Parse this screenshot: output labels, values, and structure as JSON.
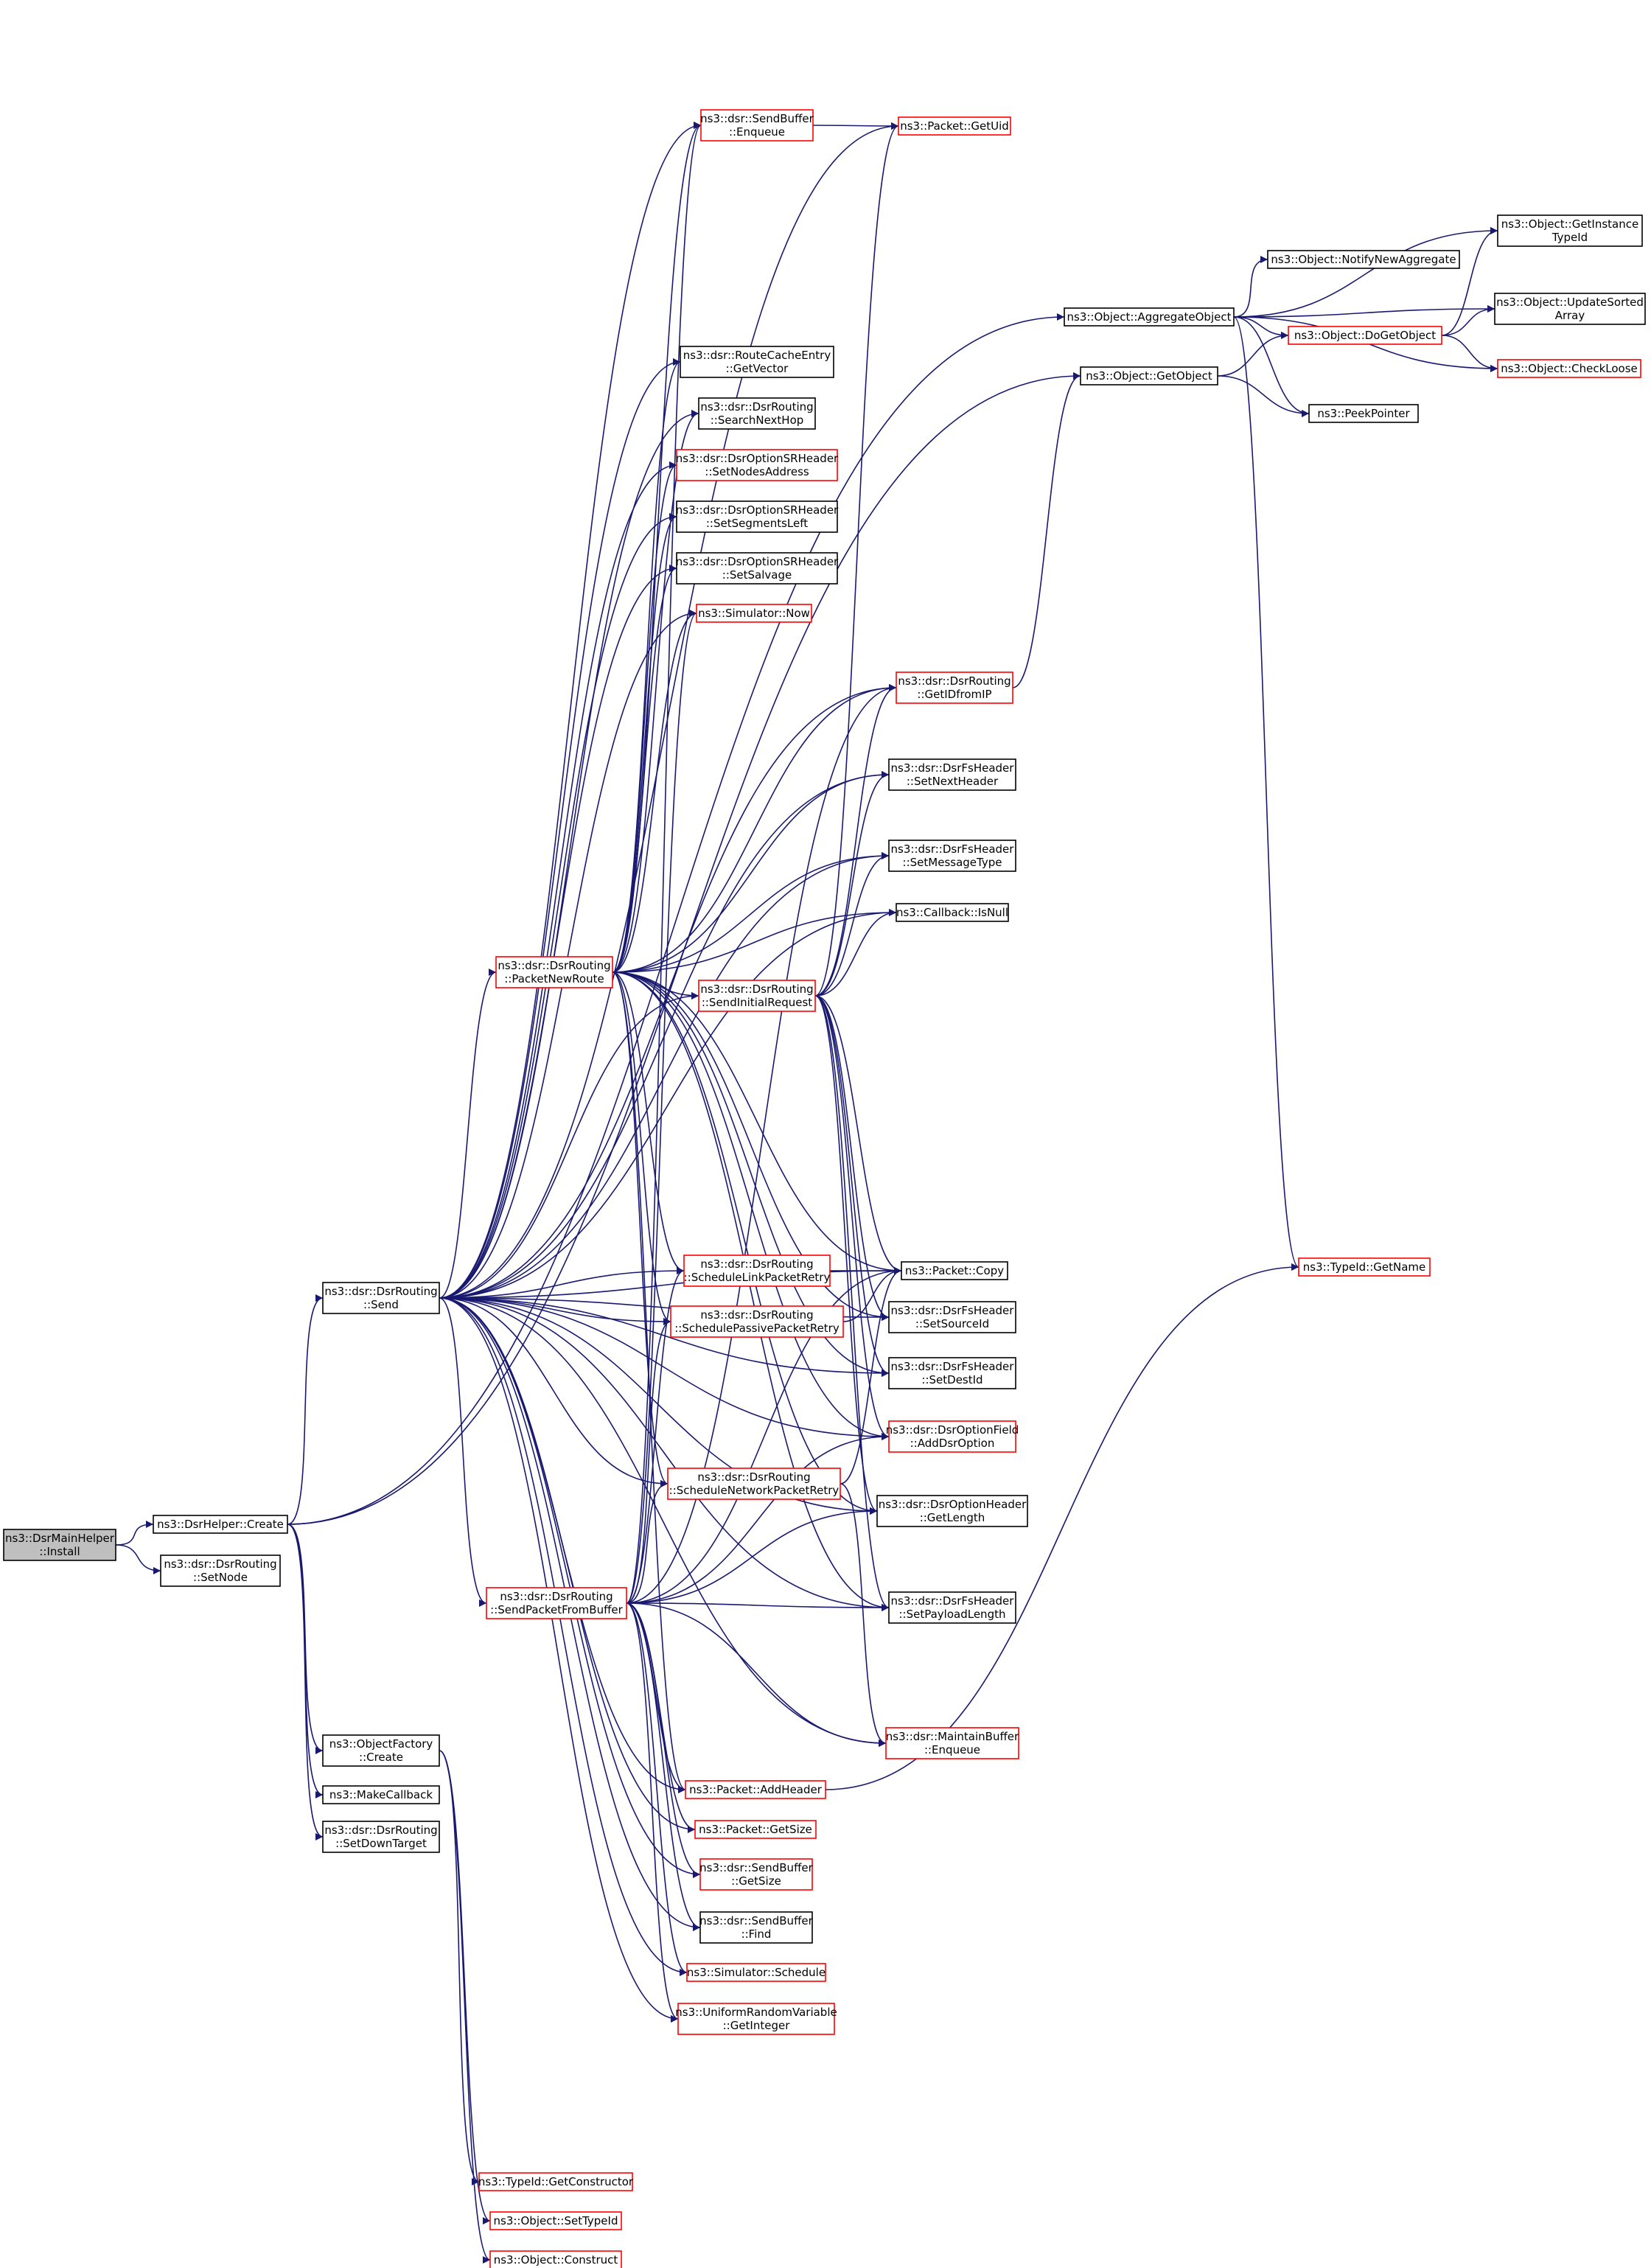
{
  "diagram": {
    "type": "doxygen-call-graph",
    "colors": {
      "edge": "#191970",
      "node_border": "#000000",
      "truncated_border": "#ff0000",
      "root_fill": "#bfbfbf",
      "background": "#ffffff"
    },
    "nodes": [
      {
        "id": "install",
        "lines": [
          "ns3::DsrMainHelper",
          "::Install"
        ],
        "style": "root"
      },
      {
        "id": "dsrhelper_create",
        "lines": [
          "ns3::DsrHelper::Create"
        ],
        "style": "normal"
      },
      {
        "id": "setnode",
        "lines": [
          "ns3::dsr::DsrRouting",
          "::SetNode"
        ],
        "style": "normal"
      },
      {
        "id": "send",
        "lines": [
          "ns3::dsr::DsrRouting",
          "::Send"
        ],
        "style": "normal"
      },
      {
        "id": "objfactory_create",
        "lines": [
          "ns3::ObjectFactory",
          "::Create"
        ],
        "style": "normal"
      },
      {
        "id": "makecallback",
        "lines": [
          "ns3::MakeCallback"
        ],
        "style": "normal"
      },
      {
        "id": "setdowntarget",
        "lines": [
          "ns3::dsr::DsrRouting",
          "::SetDownTarget"
        ],
        "style": "normal"
      },
      {
        "id": "aggregate",
        "lines": [
          "ns3::Object::AggregateObject"
        ],
        "style": "normal"
      },
      {
        "id": "getobject",
        "lines": [
          "ns3::Object::GetObject"
        ],
        "style": "normal"
      },
      {
        "id": "getinstancetypeid",
        "lines": [
          "ns3::Object::GetInstance",
          "TypeId"
        ],
        "style": "normal"
      },
      {
        "id": "notifynewagg",
        "lines": [
          "ns3::Object::NotifyNewAggregate"
        ],
        "style": "normal"
      },
      {
        "id": "updatesorted",
        "lines": [
          "ns3::Object::UpdateSorted",
          "Array"
        ],
        "style": "normal"
      },
      {
        "id": "dogetobject",
        "lines": [
          "ns3::Object::DoGetObject"
        ],
        "style": "warn"
      },
      {
        "id": "checkloose",
        "lines": [
          "ns3::Object::CheckLoose"
        ],
        "style": "warn"
      },
      {
        "id": "peekpointer",
        "lines": [
          "ns3::PeekPointer"
        ],
        "style": "normal"
      },
      {
        "id": "typeid_getname",
        "lines": [
          "ns3::TypeId::GetName"
        ],
        "style": "warn"
      },
      {
        "id": "sendbuffer_enqueue",
        "lines": [
          "ns3::dsr::SendBuffer",
          "::Enqueue"
        ],
        "style": "warn"
      },
      {
        "id": "packet_getuid",
        "lines": [
          "ns3::Packet::GetUid"
        ],
        "style": "warn"
      },
      {
        "id": "rce_getvector",
        "lines": [
          "ns3::dsr::RouteCacheEntry",
          "::GetVector"
        ],
        "style": "normal"
      },
      {
        "id": "searchnexthop",
        "lines": [
          "ns3::dsr::DsrRouting",
          "::SearchNextHop"
        ],
        "style": "normal"
      },
      {
        "id": "setnodesaddress",
        "lines": [
          "ns3::dsr::DsrOptionSRHeader",
          "::SetNodesAddress"
        ],
        "style": "warn"
      },
      {
        "id": "setsegmentsleft",
        "lines": [
          "ns3::dsr::DsrOptionSRHeader",
          "::SetSegmentsLeft"
        ],
        "style": "normal"
      },
      {
        "id": "setsalvage",
        "lines": [
          "ns3::dsr::DsrOptionSRHeader",
          "::SetSalvage"
        ],
        "style": "normal"
      },
      {
        "id": "simulator_now",
        "lines": [
          "ns3::Simulator::Now"
        ],
        "style": "warn"
      },
      {
        "id": "getidfromip",
        "lines": [
          "ns3::dsr::DsrRouting",
          "::GetIDfromIP"
        ],
        "style": "warn"
      },
      {
        "id": "setnextheader",
        "lines": [
          "ns3::dsr::DsrFsHeader",
          "::SetNextHeader"
        ],
        "style": "normal"
      },
      {
        "id": "setmessagetype",
        "lines": [
          "ns3::dsr::DsrFsHeader",
          "::SetMessageType"
        ],
        "style": "normal"
      },
      {
        "id": "callback_isnull",
        "lines": [
          "ns3::Callback::IsNull"
        ],
        "style": "normal"
      },
      {
        "id": "packetnewroute",
        "lines": [
          "ns3::dsr::DsrRouting",
          "::PacketNewRoute"
        ],
        "style": "warn"
      },
      {
        "id": "sendinitialrequest",
        "lines": [
          "ns3::dsr::DsrRouting",
          "::SendInitialRequest"
        ],
        "style": "warn"
      },
      {
        "id": "schedulelinkpacketretry",
        "lines": [
          "ns3::dsr::DsrRouting",
          "::ScheduleLinkPacketRetry"
        ],
        "style": "warn"
      },
      {
        "id": "packet_copy",
        "lines": [
          "ns3::Packet::Copy"
        ],
        "style": "normal"
      },
      {
        "id": "schedulepassivepacketretry",
        "lines": [
          "ns3::dsr::DsrRouting",
          "::SchedulePassivePacketRetry"
        ],
        "style": "warn"
      },
      {
        "id": "setsourceid",
        "lines": [
          "ns3::dsr::DsrFsHeader",
          "::SetSourceId"
        ],
        "style": "normal"
      },
      {
        "id": "setdestid",
        "lines": [
          "ns3::dsr::DsrFsHeader",
          "::SetDestId"
        ],
        "style": "normal"
      },
      {
        "id": "adddsroption",
        "lines": [
          "ns3::dsr::DsrOptionField",
          "::AddDsrOption"
        ],
        "style": "warn"
      },
      {
        "id": "schedulenetworkpacketretry",
        "lines": [
          "ns3::dsr::DsrRouting",
          "::ScheduleNetworkPacketRetry"
        ],
        "style": "warn"
      },
      {
        "id": "optionheader_getlength",
        "lines": [
          "ns3::dsr::DsrOptionHeader",
          "::GetLength"
        ],
        "style": "normal"
      },
      {
        "id": "sendpacketfrombuffer",
        "lines": [
          "ns3::dsr::DsrRouting",
          "::SendPacketFromBuffer"
        ],
        "style": "warn"
      },
      {
        "id": "setpayloadlength",
        "lines": [
          "ns3::dsr::DsrFsHeader",
          "::SetPayloadLength"
        ],
        "style": "normal"
      },
      {
        "id": "maintainbuffer_enqueue",
        "lines": [
          "ns3::dsr::MaintainBuffer",
          "::Enqueue"
        ],
        "style": "warn"
      },
      {
        "id": "packet_addheader",
        "lines": [
          "ns3::Packet::AddHeader"
        ],
        "style": "warn"
      },
      {
        "id": "packet_getsize",
        "lines": [
          "ns3::Packet::GetSize"
        ],
        "style": "warn"
      },
      {
        "id": "sendbuffer_getsize",
        "lines": [
          "ns3::dsr::SendBuffer",
          "::GetSize"
        ],
        "style": "warn"
      },
      {
        "id": "sendbuffer_find",
        "lines": [
          "ns3::dsr::SendBuffer",
          "::Find"
        ],
        "style": "normal"
      },
      {
        "id": "simulator_schedule",
        "lines": [
          "ns3::Simulator::Schedule"
        ],
        "style": "warn"
      },
      {
        "id": "uniform_getinteger",
        "lines": [
          "ns3::UniformRandomVariable",
          "::GetInteger"
        ],
        "style": "warn"
      },
      {
        "id": "typeid_getconstructor",
        "lines": [
          "ns3::TypeId::GetConstructor"
        ],
        "style": "warn"
      },
      {
        "id": "object_settypeid",
        "lines": [
          "ns3::Object::SetTypeId"
        ],
        "style": "warn"
      },
      {
        "id": "object_construct",
        "lines": [
          "ns3::Object::Construct"
        ],
        "style": "warn"
      }
    ],
    "edges": [
      [
        "install",
        "dsrhelper_create"
      ],
      [
        "install",
        "setnode"
      ],
      [
        "dsrhelper_create",
        "send"
      ],
      [
        "dsrhelper_create",
        "objfactory_create"
      ],
      [
        "dsrhelper_create",
        "makecallback"
      ],
      [
        "dsrhelper_create",
        "setdowntarget"
      ],
      [
        "dsrhelper_create",
        "aggregate"
      ],
      [
        "dsrhelper_create",
        "getobject"
      ],
      [
        "aggregate",
        "getinstancetypeid"
      ],
      [
        "aggregate",
        "notifynewagg"
      ],
      [
        "aggregate",
        "updatesorted"
      ],
      [
        "aggregate",
        "dogetobject"
      ],
      [
        "aggregate",
        "checkloose"
      ],
      [
        "aggregate",
        "peekpointer"
      ],
      [
        "aggregate",
        "typeid_getname"
      ],
      [
        "dogetobject",
        "getinstancetypeid"
      ],
      [
        "dogetobject",
        "updatesorted"
      ],
      [
        "dogetobject",
        "checkloose"
      ],
      [
        "getobject",
        "dogetobject"
      ],
      [
        "getobject",
        "peekpointer"
      ],
      [
        "sendbuffer_enqueue",
        "packet_getuid"
      ],
      [
        "getidfromip",
        "getobject"
      ],
      [
        "send",
        "sendbuffer_enqueue"
      ],
      [
        "send",
        "packet_getuid"
      ],
      [
        "send",
        "rce_getvector"
      ],
      [
        "send",
        "searchnexthop"
      ],
      [
        "send",
        "setnodesaddress"
      ],
      [
        "send",
        "setsegmentsleft"
      ],
      [
        "send",
        "setsalvage"
      ],
      [
        "send",
        "simulator_now"
      ],
      [
        "send",
        "getidfromip"
      ],
      [
        "send",
        "setnextheader"
      ],
      [
        "send",
        "setmessagetype"
      ],
      [
        "send",
        "callback_isnull"
      ],
      [
        "send",
        "packetnewroute"
      ],
      [
        "send",
        "sendinitialrequest"
      ],
      [
        "send",
        "schedulelinkpacketretry"
      ],
      [
        "send",
        "packet_copy"
      ],
      [
        "send",
        "schedulepassivepacketretry"
      ],
      [
        "send",
        "setsourceid"
      ],
      [
        "send",
        "setdestid"
      ],
      [
        "send",
        "adddsroption"
      ],
      [
        "send",
        "schedulenetworkpacketretry"
      ],
      [
        "send",
        "optionheader_getlength"
      ],
      [
        "send",
        "sendpacketfrombuffer"
      ],
      [
        "send",
        "setpayloadlength"
      ],
      [
        "send",
        "maintainbuffer_enqueue"
      ],
      [
        "send",
        "packet_addheader"
      ],
      [
        "send",
        "packet_getsize"
      ],
      [
        "send",
        "sendbuffer_getsize"
      ],
      [
        "send",
        "sendbuffer_find"
      ],
      [
        "send",
        "simulator_schedule"
      ],
      [
        "send",
        "uniform_getinteger"
      ],
      [
        "packetnewroute",
        "sendbuffer_enqueue"
      ],
      [
        "packetnewroute",
        "rce_getvector"
      ],
      [
        "packetnewroute",
        "searchnexthop"
      ],
      [
        "packetnewroute",
        "setnodesaddress"
      ],
      [
        "packetnewroute",
        "setsegmentsleft"
      ],
      [
        "packetnewroute",
        "setsalvage"
      ],
      [
        "packetnewroute",
        "simulator_now"
      ],
      [
        "packetnewroute",
        "getidfromip"
      ],
      [
        "packetnewroute",
        "setnextheader"
      ],
      [
        "packetnewroute",
        "setmessagetype"
      ],
      [
        "packetnewroute",
        "callback_isnull"
      ],
      [
        "packetnewroute",
        "sendinitialrequest"
      ],
      [
        "packetnewroute",
        "schedulelinkpacketretry"
      ],
      [
        "packetnewroute",
        "packet_copy"
      ],
      [
        "packetnewroute",
        "schedulepassivepacketretry"
      ],
      [
        "packetnewroute",
        "setsourceid"
      ],
      [
        "packetnewroute",
        "setdestid"
      ],
      [
        "packetnewroute",
        "adddsroption"
      ],
      [
        "packetnewroute",
        "schedulenetworkpacketretry"
      ],
      [
        "packetnewroute",
        "optionheader_getlength"
      ],
      [
        "packetnewroute",
        "setpayloadlength"
      ],
      [
        "packetnewroute",
        "packet_addheader"
      ],
      [
        "sendinitialrequest",
        "getidfromip"
      ],
      [
        "sendinitialrequest",
        "setnextheader"
      ],
      [
        "sendinitialrequest",
        "setmessagetype"
      ],
      [
        "sendinitialrequest",
        "callback_isnull"
      ],
      [
        "sendinitialrequest",
        "packet_copy"
      ],
      [
        "sendinitialrequest",
        "setsourceid"
      ],
      [
        "sendinitialrequest",
        "setdestid"
      ],
      [
        "sendinitialrequest",
        "adddsroption"
      ],
      [
        "sendinitialrequest",
        "optionheader_getlength"
      ],
      [
        "sendinitialrequest",
        "setpayloadlength"
      ],
      [
        "sendinitialrequest",
        "packet_getuid"
      ],
      [
        "schedulelinkpacketretry",
        "packet_copy"
      ],
      [
        "schedulepassivepacketretry",
        "packet_copy"
      ],
      [
        "schedulenetworkpacketretry",
        "packet_copy"
      ],
      [
        "schedulenetworkpacketretry",
        "maintainbuffer_enqueue"
      ],
      [
        "sendpacketfrombuffer",
        "sendbuffer_enqueue"
      ],
      [
        "sendpacketfrombuffer",
        "simulator_now"
      ],
      [
        "sendpacketfrombuffer",
        "getidfromip"
      ],
      [
        "sendpacketfrombuffer",
        "schedulelinkpacketretry"
      ],
      [
        "sendpacketfrombuffer",
        "schedulepassivepacketretry"
      ],
      [
        "sendpacketfrombuffer",
        "schedulenetworkpacketretry"
      ],
      [
        "sendpacketfrombuffer",
        "packet_copy"
      ],
      [
        "sendpacketfrombuffer",
        "adddsroption"
      ],
      [
        "sendpacketfrombuffer",
        "optionheader_getlength"
      ],
      [
        "sendpacketfrombuffer",
        "setpayloadlength"
      ],
      [
        "sendpacketfrombuffer",
        "maintainbuffer_enqueue"
      ],
      [
        "sendpacketfrombuffer",
        "packet_addheader"
      ],
      [
        "sendpacketfrombuffer",
        "packet_getsize"
      ],
      [
        "sendpacketfrombuffer",
        "sendbuffer_getsize"
      ],
      [
        "sendpacketfrombuffer",
        "sendbuffer_find"
      ],
      [
        "sendpacketfrombuffer",
        "simulator_schedule"
      ],
      [
        "sendpacketfrombuffer",
        "uniform_getinteger"
      ],
      [
        "packet_addheader",
        "typeid_getname"
      ],
      [
        "objfactory_create",
        "typeid_getconstructor"
      ],
      [
        "objfactory_create",
        "object_settypeid"
      ],
      [
        "objfactory_create",
        "object_construct"
      ]
    ]
  }
}
